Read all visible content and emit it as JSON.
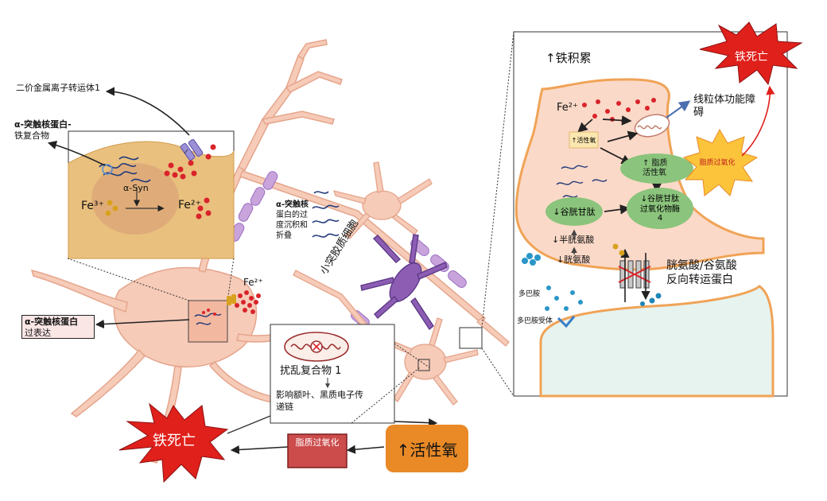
{
  "left": {
    "dmt1": "二价金属离子转运体1",
    "complex_line1": "α-突触核蛋白-",
    "complex_line2": "铁复合物",
    "asyn": "α-Syn",
    "fe3": "Fe³⁺",
    "fe2": "Fe²⁺",
    "overexp_line1": "α-突触核蛋白",
    "overexp_line2": "过表达",
    "fe2_free": "Fe²⁺"
  },
  "middle": {
    "deposit_line1": "α-突触核",
    "deposit_line2": "蛋白的过",
    "deposit_line3": "度沉积和",
    "deposit_line4": "折叠",
    "microglia": "小突胶质细胞",
    "complex1": "扰乱复合物 1",
    "chain_line1": "影响额叶、黑质电子传",
    "chain_line2": "递链"
  },
  "bottom": {
    "ferroptosis": "铁死亡",
    "lipid": "脂质过氧化",
    "ros": "↑活性氧"
  },
  "right": {
    "iron_accum": "↑铁积累",
    "ferroptosis": "铁死亡",
    "fe2": "Fe²⁺",
    "mito": "线粒体功能障碍",
    "ros": "↑活性氧",
    "lipid": "脂质过氧化",
    "lipid_ros_line1": "↑ 脂质",
    "lipid_ros_line2": "活性氧",
    "gsh": "↓谷胱甘肽",
    "gpx4_line1": "↓谷胱甘肽",
    "gpx4_line2": "过氧化物酶",
    "gpx4_line3": "4",
    "cysteine": "↓半胱氨酸",
    "cystine": "↓胱氨酸",
    "antiporter_line1": "胱氨酸/谷氨酸",
    "antiporter_line2": "反向转运蛋白",
    "dopamine": "多巴胺",
    "receptor": "多巴胺受体"
  },
  "colors": {
    "neuron": "#f6cbb8",
    "neuron_stroke": "#e5a58c",
    "cytoplasm": "#e9c07e",
    "purple": "#8d5db4",
    "green": "#8bc47c",
    "red_burst": "#e0201b",
    "lipid_box": "#cc4b4b",
    "ros_box": "#e98a27"
  }
}
